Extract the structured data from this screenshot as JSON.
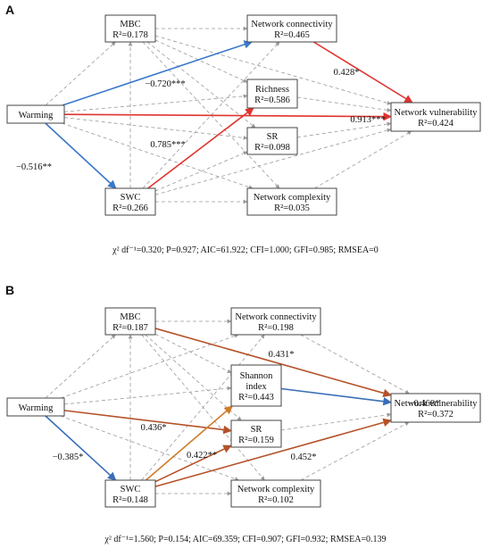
{
  "panels": [
    {
      "label": "A",
      "nodes": {
        "warming": {
          "label": "Warming"
        },
        "mbc": {
          "label": "MBC",
          "r2": "R²=0.178"
        },
        "swc": {
          "label": "SWC",
          "r2": "R²=0.266"
        },
        "m1": {
          "label": "Network connectivity",
          "r2": "R²=0.465"
        },
        "m2": {
          "label": "Richness",
          "r2": "R²=0.586"
        },
        "m3": {
          "label": "SR",
          "r2": "R²=0.098"
        },
        "m4": {
          "label": "Network complexity",
          "r2": "R²=0.035"
        },
        "vuln": {
          "label": "Network vulnerability",
          "r2": "R²=0.424"
        }
      },
      "paths": [
        {
          "from": "warming",
          "to": "m1",
          "coefficient": "−0.720***",
          "color": "#3a78c9"
        },
        {
          "from": "warming",
          "to": "vuln",
          "coefficient": "0.913***",
          "color": "#e0332f"
        },
        {
          "from": "warming",
          "to": "swc",
          "coefficient": "−0.516**",
          "color": "#3a78c9"
        },
        {
          "from": "swc",
          "to": "m2",
          "coefficient": "0.785***",
          "color": "#e0332f"
        },
        {
          "from": "m1",
          "to": "vuln",
          "coefficient": "0.428*",
          "color": "#e0332f"
        }
      ],
      "fit": "χ² df⁻¹=0.320; P=0.927; AIC=61.922; CFI=1.000; GFI=0.985; RMSEA=0"
    },
    {
      "label": "B",
      "nodes": {
        "warming": {
          "label": "Warming"
        },
        "mbc": {
          "label": "MBC",
          "r2": "R²=0.187"
        },
        "swc": {
          "label": "SWC",
          "r2": "R²=0.148"
        },
        "m1": {
          "label": "Network connectivity",
          "r2": "R²=0.198"
        },
        "m2": {
          "label": "Shannon index",
          "r2": "R²=0.443"
        },
        "m3": {
          "label": "SR",
          "r2": "R²=0.159"
        },
        "m4": {
          "label": "Network complexity",
          "r2": "R²=0.102"
        },
        "vuln": {
          "label": "Network vulnerability",
          "r2": "R²=0.372"
        }
      },
      "paths": [
        {
          "from": "mbc",
          "to": "vuln",
          "coefficient": "0.431*",
          "color": "#b5522a"
        },
        {
          "from": "m2",
          "to": "vuln",
          "coefficient": "−0.468*",
          "color": "#3a6fb8"
        },
        {
          "from": "warming",
          "to": "m3",
          "coefficient": "0.436*",
          "color": "#b5522a"
        },
        {
          "from": "warming",
          "to": "swc",
          "coefficient": "−0.385*",
          "color": "#3a6fb8"
        },
        {
          "from": "swc",
          "to": "m2",
          "coefficient": "0.422**",
          "color": "#d07a2a"
        },
        {
          "from": "swc",
          "to": "vuln",
          "coefficient": "0.452*",
          "color": "#b5522a"
        },
        {
          "from": "swc",
          "to": "m3",
          "coefficient": "",
          "color": "#b5522a"
        }
      ],
      "fit": "χ² df⁻¹=1.560; P=0.154; AIC=69.359; CFI=0.907; GFI=0.932; RMSEA=0.139"
    }
  ]
}
